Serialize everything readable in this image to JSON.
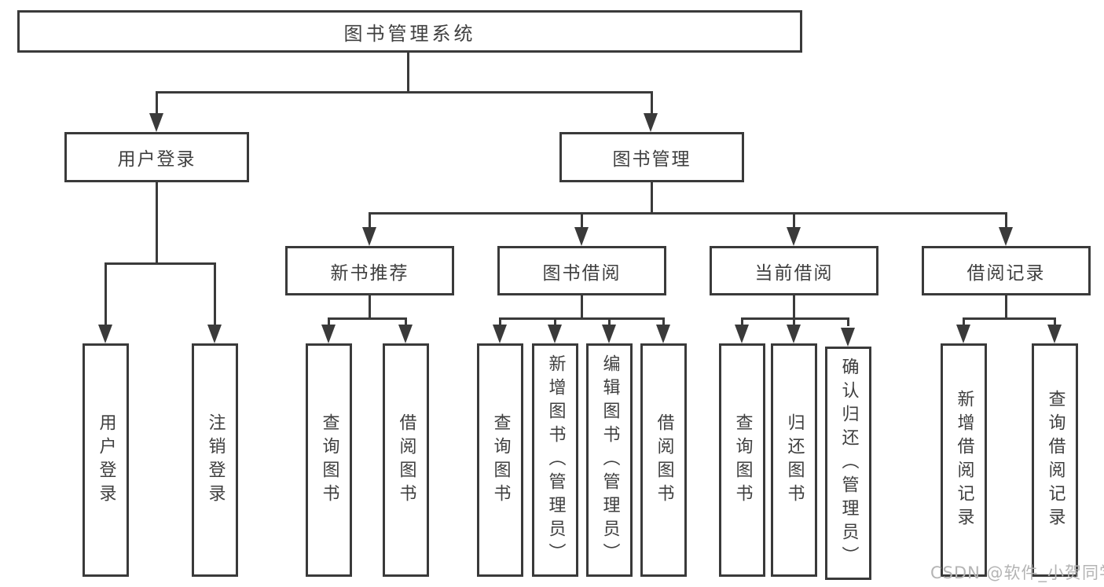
{
  "tree": {
    "label": "图书管理系统",
    "children": [
      {
        "label": "用户登录",
        "children": [
          {
            "label": "用户登录"
          },
          {
            "label": "注销登录"
          }
        ]
      },
      {
        "label": "图书管理",
        "children": [
          {
            "label": "新书推荐",
            "children": [
              {
                "label": "查询图书"
              },
              {
                "label": "借阅图书"
              }
            ]
          },
          {
            "label": "图书借阅",
            "children": [
              {
                "label": "查询图书"
              },
              {
                "label": "新增图书（管理员）"
              },
              {
                "label": "编辑图书（管理员）"
              },
              {
                "label": "借阅图书"
              }
            ]
          },
          {
            "label": "当前借阅",
            "children": [
              {
                "label": "查询图书"
              },
              {
                "label": "归还图书"
              },
              {
                "label": "确认归还（管理员）"
              }
            ]
          },
          {
            "label": "借阅记录",
            "children": [
              {
                "label": "新增借阅记录"
              },
              {
                "label": "查询借阅记录"
              }
            ]
          }
        ]
      }
    ]
  },
  "watermark": {
    "text": "CSDN @软件_小贺同学",
    "color": "#b4b4b4"
  },
  "colors": {
    "line": "#3a3a3a",
    "box_border": "#3a3a3a",
    "box_background": "#ffffff",
    "text": "#3f3f3f",
    "page_background": "#ffffff"
  }
}
